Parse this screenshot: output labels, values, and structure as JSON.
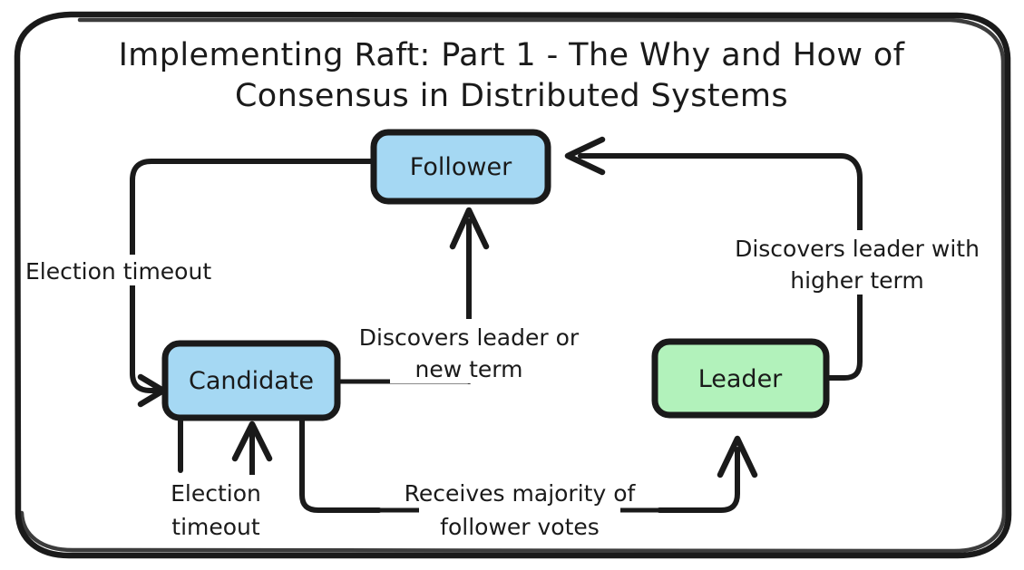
{
  "diagram": {
    "title": "Implementing Raft: Part 1 - The Why and How of Consensus in Distributed Systems",
    "title_line1": "Implementing Raft: Part 1 - The Why and How of",
    "title_line2": "Consensus in Distributed Systems",
    "type": "state-machine",
    "colors": {
      "follower_fill": "#a5d8f3",
      "candidate_fill": "#a5d8f3",
      "leader_fill": "#b2f2bb",
      "stroke": "#1a1a1a",
      "background": "#ffffff",
      "text": "#1a1a1a"
    },
    "nodes": [
      {
        "id": "follower",
        "label": "Follower",
        "fill": "#a5d8f3"
      },
      {
        "id": "candidate",
        "label": "Candidate",
        "fill": "#a5d8f3"
      },
      {
        "id": "leader",
        "label": "Leader",
        "fill": "#b2f2bb"
      }
    ],
    "edges": [
      {
        "id": "follower-to-candidate",
        "from": "Follower",
        "to": "Candidate",
        "label": "Election timeout",
        "label_lines": [
          "Election timeout"
        ]
      },
      {
        "id": "candidate-to-follower",
        "from": "Candidate",
        "to": "Follower",
        "label": "Discovers leader or new term",
        "label_lines": [
          "Discovers leader or",
          "new term"
        ]
      },
      {
        "id": "candidate-self-loop",
        "from": "Candidate",
        "to": "Candidate",
        "label": "Election timeout",
        "label_lines": [
          "Election",
          "timeout"
        ]
      },
      {
        "id": "candidate-to-leader",
        "from": "Candidate",
        "to": "Leader",
        "label": "Receives majority of follower votes",
        "label_lines": [
          "Receives majority of",
          "follower votes"
        ]
      },
      {
        "id": "leader-to-follower",
        "from": "Leader",
        "to": "Follower",
        "label": "Discovers leader with higher term",
        "label_lines": [
          "Discovers leader with",
          "higher term"
        ]
      }
    ]
  }
}
